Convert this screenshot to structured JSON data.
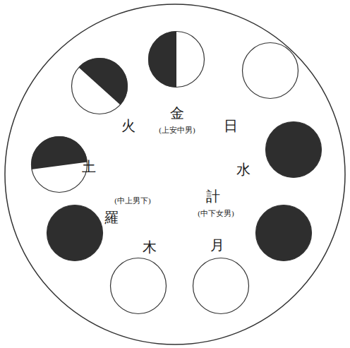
{
  "diagram": {
    "nodes": [
      {
        "text": [
          "金",
          "(上安中男)"
        ]
      },
      {
        "text": [
          "日"
        ]
      },
      {
        "text": [
          "水"
        ]
      },
      {
        "text": [
          "計",
          "(中下女男)"
        ]
      },
      {
        "text": [
          "月"
        ]
      },
      {
        "text": [
          "木"
        ]
      },
      {
        "text": [
          "羅",
          "(中上男下)"
        ]
      },
      {
        "text": [
          "土"
        ]
      },
      {
        "text": [
          "火"
        ]
      }
    ]
  }
}
